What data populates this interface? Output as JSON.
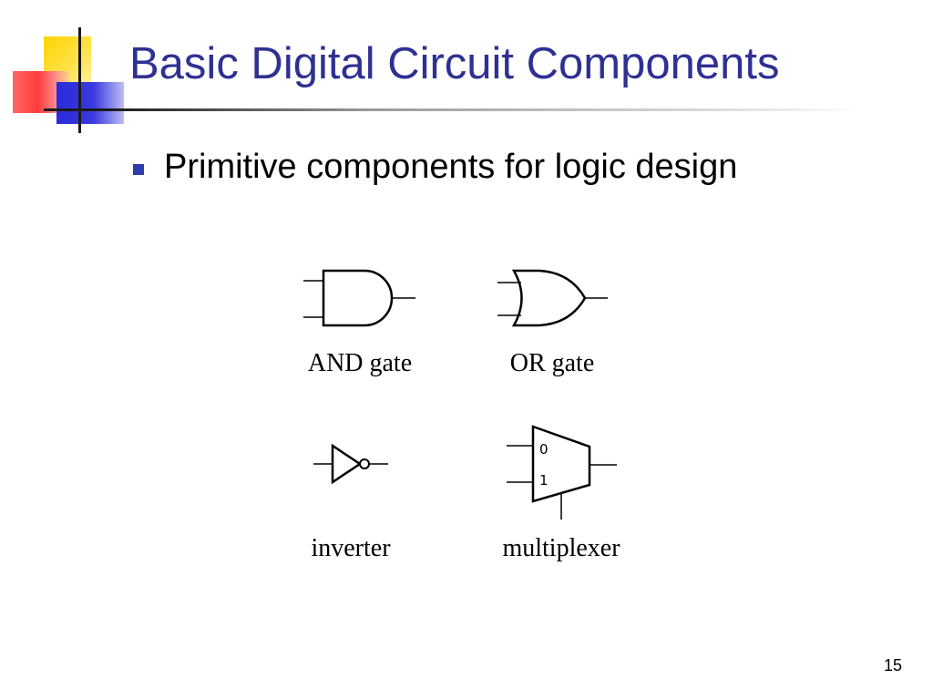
{
  "slide": {
    "title": "Basic Digital Circuit Components",
    "bullet": "Primitive components for logic design",
    "page_number": "15",
    "colors": {
      "title": "#2e3192",
      "bullet_marker": "#2e3ab0",
      "deco_yellow": "#ffd400",
      "deco_red": "#ff3b3b",
      "deco_blue": "#2b2bd9"
    }
  },
  "components": {
    "and_gate": {
      "label": "AND gate"
    },
    "or_gate": {
      "label": "OR gate"
    },
    "inverter": {
      "label": "inverter"
    },
    "multiplexer": {
      "label": "multiplexer",
      "input0": "0",
      "input1": "1"
    }
  }
}
